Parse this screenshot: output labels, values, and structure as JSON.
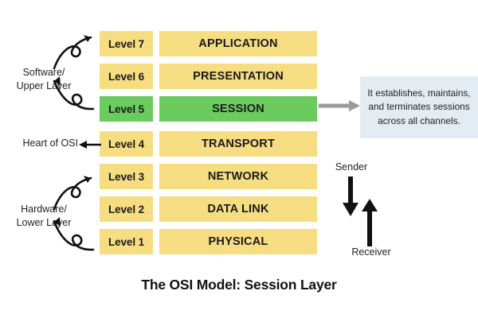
{
  "title": "The OSI Model: Session Layer",
  "colors": {
    "background": "#ffffff",
    "layer_default": "#f6dd82",
    "layer_highlight": "#6ccb5f",
    "callout_background": "#e3ecf2",
    "arrow_gray": "#9a9a9a",
    "text": "#1a1a1a"
  },
  "layers": [
    {
      "level_label": "Level 7",
      "name": "APPLICATION",
      "highlighted": false
    },
    {
      "level_label": "Level 6",
      "name": "PRESENTATION",
      "highlighted": false
    },
    {
      "level_label": "Level 5",
      "name": "SESSION",
      "highlighted": true
    },
    {
      "level_label": "Level 4",
      "name": "TRANSPORT",
      "highlighted": false
    },
    {
      "level_label": "Level 3",
      "name": "NETWORK",
      "highlighted": false
    },
    {
      "level_label": "Level 2",
      "name": "DATA LINK",
      "highlighted": false
    },
    {
      "level_label": "Level 1",
      "name": "PHYSICAL",
      "highlighted": false
    }
  ],
  "annotations": {
    "upper_group": "Software/\nUpper Layer",
    "lower_group": "Hardware/\nLower Layer",
    "heart": "Heart of OSI"
  },
  "callout": {
    "text": "It establishes, maintains, and terminates sessions across all channels."
  },
  "flow": {
    "sender_label": "Sender",
    "receiver_label": "Receiver"
  }
}
